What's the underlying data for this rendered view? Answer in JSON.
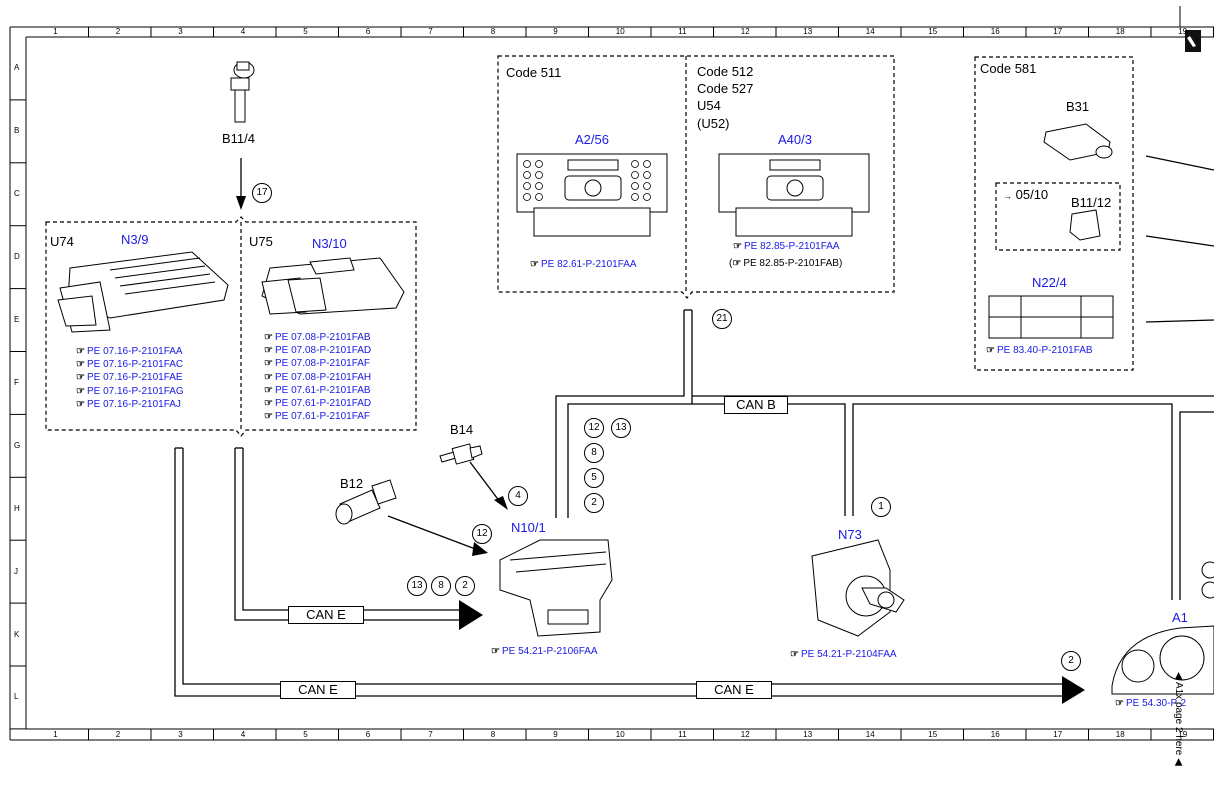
{
  "grid": {
    "columns": [
      "1",
      "2",
      "3",
      "4",
      "5",
      "6",
      "7",
      "8",
      "9",
      "10",
      "11",
      "12",
      "13",
      "14",
      "15",
      "16",
      "17",
      "18",
      "19"
    ],
    "rows": [
      "A",
      "B",
      "C",
      "D",
      "E",
      "F",
      "G",
      "H",
      "J",
      "K",
      "L"
    ]
  },
  "boxes": {
    "code511": {
      "label": "Code 511"
    },
    "code512": {
      "lines": [
        "Code 512",
        "Code 527",
        "U54",
        "(U52)"
      ]
    },
    "code581": {
      "label": "Code 581",
      "sub_label": "05/10"
    }
  },
  "components": {
    "b11_4": "B11/4",
    "u74": "U74",
    "n3_9": "N3/9",
    "u75": "U75",
    "n3_10": "N3/10",
    "a2_56": "A2/56",
    "a40_3": "A40/3",
    "b31": "B31",
    "b11_12": "B11/12",
    "n22_4": "N22/4",
    "b14": "B14",
    "b12": "B12",
    "n10_1": "N10/1",
    "n73": "N73",
    "a1": "A1"
  },
  "refs": {
    "n3_9": [
      "PE 07.16-P-2101FAA",
      "PE 07.16-P-2101FAC",
      "PE 07.16-P-2101FAE",
      "PE 07.16-P-2101FAG",
      "PE 07.16-P-2101FAJ"
    ],
    "n3_10": [
      "PE 07.08-P-2101FAB",
      "PE 07.08-P-2101FAD",
      "PE 07.08-P-2101FAF",
      "PE 07.08-P-2101FAH",
      "PE 07.61-P-2101FAB",
      "PE 07.61-P-2101FAD",
      "PE 07.61-P-2101FAF"
    ],
    "a2_56": "PE 82.61-P-2101FAA",
    "a40_3": "PE 82.85-P-2101FAA",
    "a40_3_alt": "PE 82.85-P-2101FAB",
    "n22_4": "PE 83.40-P-2101FAB",
    "n10_1": "PE 54.21-P-2106FAA",
    "n73": "PE 54.21-P-2104FAA",
    "a1": "PE 54.30-P-2"
  },
  "buses": {
    "can_b": "CAN B",
    "can_e": "CAN E"
  },
  "callouts": {
    "c17": "17",
    "c21": "21",
    "c4": "4",
    "c12a": "12",
    "c13a": "13",
    "c8a": "8",
    "c5": "5",
    "c2a": "2",
    "c12b": "12",
    "c13b": "13",
    "c8b": "8",
    "c2b": "2",
    "c1": "1",
    "c2c": "2"
  },
  "side_note": "A1x page 2 here"
}
